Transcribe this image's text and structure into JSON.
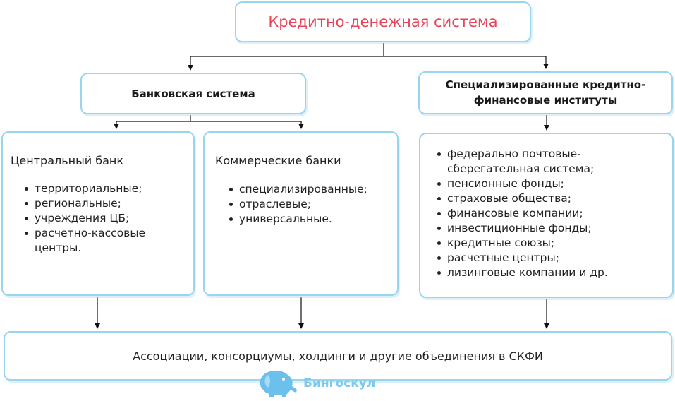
{
  "root": "Кредитно-денежная система",
  "bank_system": "Банковская система",
  "specialized": {
    "line1": "Специализированные кредитно-",
    "line2": "финансовые институты"
  },
  "central_bank": {
    "title": "Центральный банк",
    "items": [
      "территориальные;",
      "региональные;",
      "учреждения ЦБ;",
      "расчетно-кассовые центры."
    ]
  },
  "commercial_banks": {
    "title": "Коммерческие банки",
    "items": [
      "специализированные;",
      "отраслевые;",
      "универсальные."
    ]
  },
  "specialized_list": {
    "items": [
      "федерально почтовые-сберегательная система;",
      "пенсионные фонды;",
      "страховые общества;",
      "финансовые компании;",
      "инвестиционные фонды;",
      "кредитные союзы;",
      "расчетные центры;",
      "лизинговые компании и др."
    ]
  },
  "associations": "Ассоциации, консорциумы, холдинги и другие объединения в СКФИ",
  "logo": {
    "text": "Бингоскул",
    "icon": "elephant-icon"
  },
  "colors": {
    "accent_red": "#e8445a",
    "border_blue": "#9ad5f0",
    "logo_blue": "#7dc8ee"
  }
}
